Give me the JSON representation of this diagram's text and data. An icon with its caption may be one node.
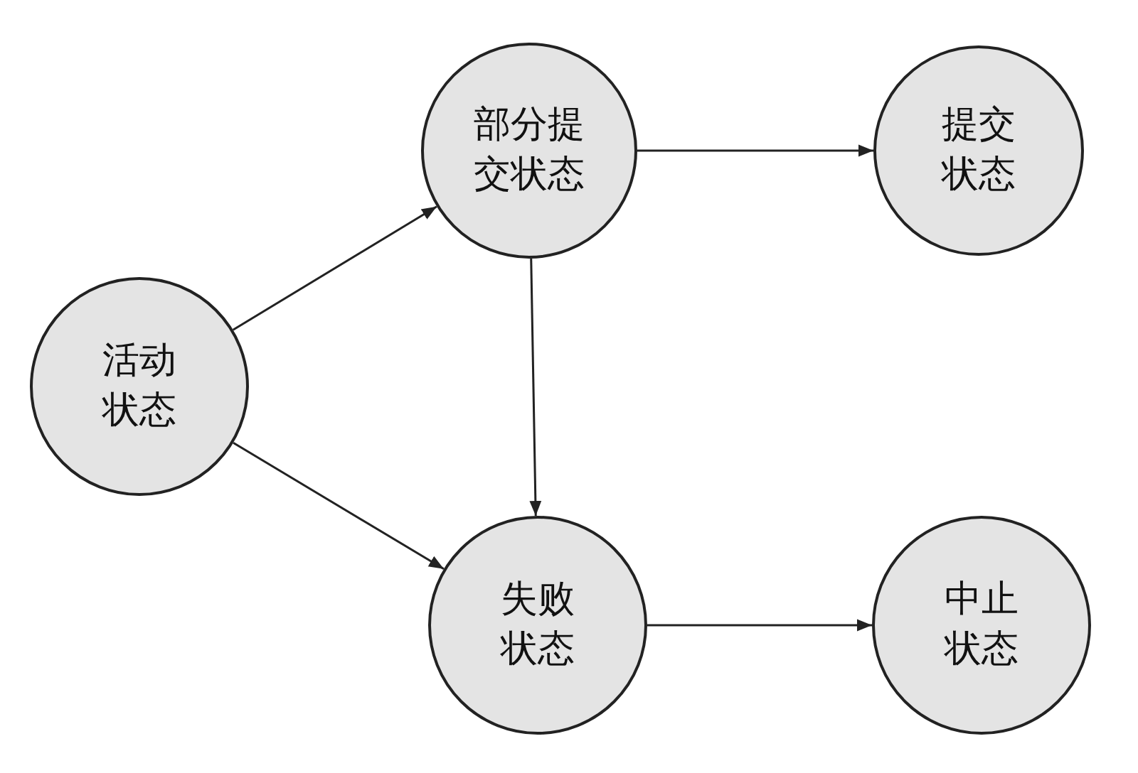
{
  "diagram": {
    "nodes": [
      {
        "text": [
          "活动状态"
        ]
      },
      {
        "text": [
          "部分提交状态"
        ]
      },
      {
        "text": [
          "提交状态"
        ]
      },
      {
        "text": [
          "失败状态"
        ]
      },
      {
        "text": [
          "中止状态"
        ]
      }
    ],
    "edges": [
      {
        "from": 0,
        "to": 1,
        "arrow": "to"
      },
      {
        "from": 0,
        "to": 3,
        "arrow": "to"
      },
      {
        "from": 1,
        "to": 2,
        "arrow": "to"
      },
      {
        "from": 1,
        "to": 3,
        "arrow": "to"
      },
      {
        "from": 3,
        "to": 4,
        "arrow": "to"
      }
    ]
  }
}
